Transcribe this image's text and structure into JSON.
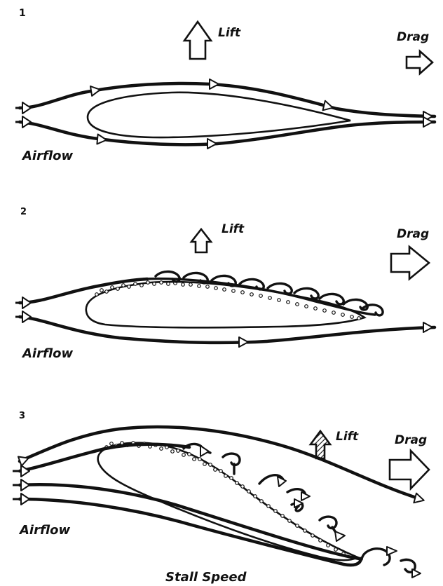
{
  "panels": [
    {
      "number": "1",
      "lift_label": "Lift",
      "drag_label": "Drag",
      "airflow_label": "Airflow"
    },
    {
      "number": "2",
      "lift_label": "Lift",
      "drag_label": "Drag",
      "airflow_label": "Airflow"
    },
    {
      "number": "3",
      "lift_label": "Lift",
      "drag_label": "Drag",
      "airflow_label": "Airflow",
      "caption": "Stall Speed"
    }
  ]
}
